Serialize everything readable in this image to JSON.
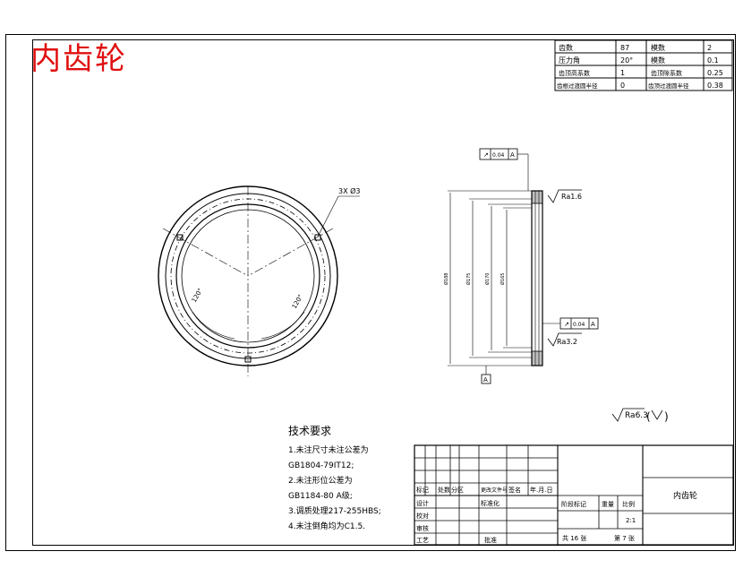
{
  "title": "内齿轮",
  "gear_params": [
    {
      "label": "齿数",
      "value": "87",
      "label2": "模数",
      "value2": "2"
    },
    {
      "label": "压力角",
      "value": "20°",
      "label2": "模数",
      "value2": "0.1"
    },
    {
      "label": "齿顶高系数",
      "value": "1",
      "label2": "齿顶隙系数",
      "value2": "0.25"
    },
    {
      "label": "齿根过渡圆半径",
      "value": "0",
      "label2": "齿顶过渡圆半径",
      "value2": "0.38"
    }
  ],
  "annotations": {
    "holes": "3X Ø3",
    "tol_top_val": "0.04",
    "tol_top_ref": "A",
    "tol_bottom_val": "0.04",
    "tol_bottom_ref": "A",
    "ra_top": "Ra1.6",
    "ra_bottom": "Ra3.2",
    "datum": "A",
    "general_ra": "Ra6.3",
    "dim_1": "Ø188",
    "dim_2": "Ø175",
    "dim_3": "Ø170",
    "dim_4": "Ø165",
    "angle_1": "120°",
    "angle_2": "120°"
  },
  "tech_req": {
    "heading": "技术要求",
    "lines": [
      "1.未注尺寸未注公差为",
      "GB1804-79IT12;",
      "2.未注形位公差为",
      "GB1184-80 A级;",
      "3.调质处理217-255HBS;",
      "4.未注倒角均为C1.5."
    ]
  },
  "title_block": {
    "part_name": "内齿轮",
    "header_cells": [
      "标记",
      "处数",
      "分区",
      "更改文件号",
      "签名",
      "年.月.日"
    ],
    "left_rows": [
      "设计",
      "校对",
      "审核",
      "工艺"
    ],
    "std_label": "标准化",
    "approve_label": "批准",
    "stage_label": "阶段标记",
    "weight_label": "重量",
    "scale_label": "比例",
    "scale_value": "2:1",
    "sheets_total": "共 16 张",
    "sheet_no": "第 7 张"
  }
}
